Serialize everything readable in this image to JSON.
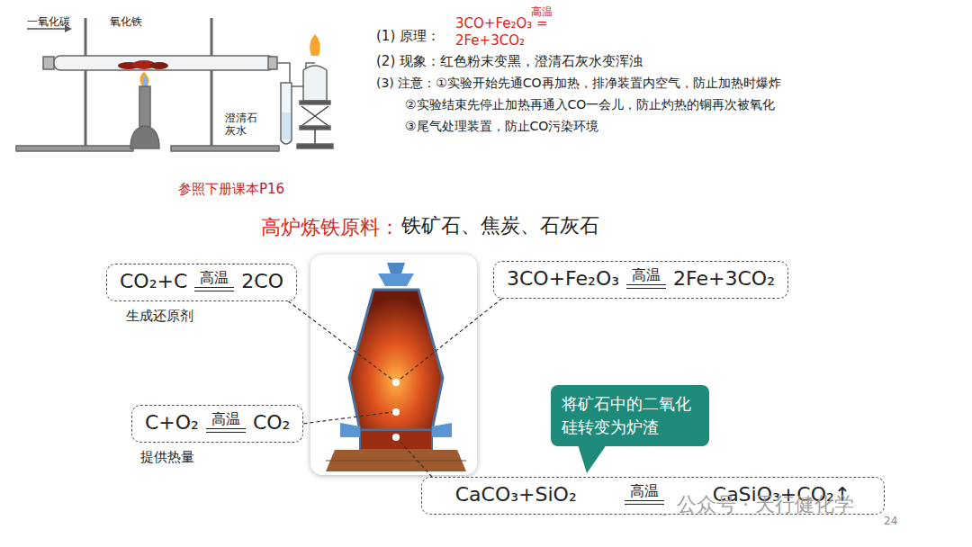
{
  "diagram": {
    "title": "高炉炼铁原料：",
    "nodes": [
      {
        "text": [
          "CO₂+C",
          "高温",
          "2CO"
        ]
      },
      {
        "text": [
          "3CO+Fe₂O₃",
          "高温",
          "2Fe+3CO₂"
        ]
      },
      {
        "text": [
          "C+O₂",
          "高温",
          "CO₂"
        ]
      },
      {
        "text": [
          "将矿石中的二氧化硅转变为炉渣"
        ]
      },
      {
        "text": [
          "CaCO₃+SiO₂",
          "高温",
          "CaSiO₃+CO₂↑"
        ]
      }
    ],
    "labels": [
      "一氧化碳",
      "氧化铁",
      "澄清石灰水",
      "(1) 原理：",
      "高温",
      "3CO+Fe₂O₃ = 2Fe+3CO₂",
      "(2) 现象：红色粉末变黑，澄清石灰水变浑浊",
      "(3) 注意：①实验开始先通CO再加热，排净装置内空气，防止加热时爆炸",
      "②实验结束先停止加热再通入CO一会儿，防止灼热的铜再次被氧化",
      "③尾气处理装置，防止CO污染环境",
      "参照下册课本P16",
      "铁矿石、焦炭、石灰石",
      "生成还原剂",
      "提供热量",
      "公众号 · 天行健化学",
      "24"
    ]
  }
}
